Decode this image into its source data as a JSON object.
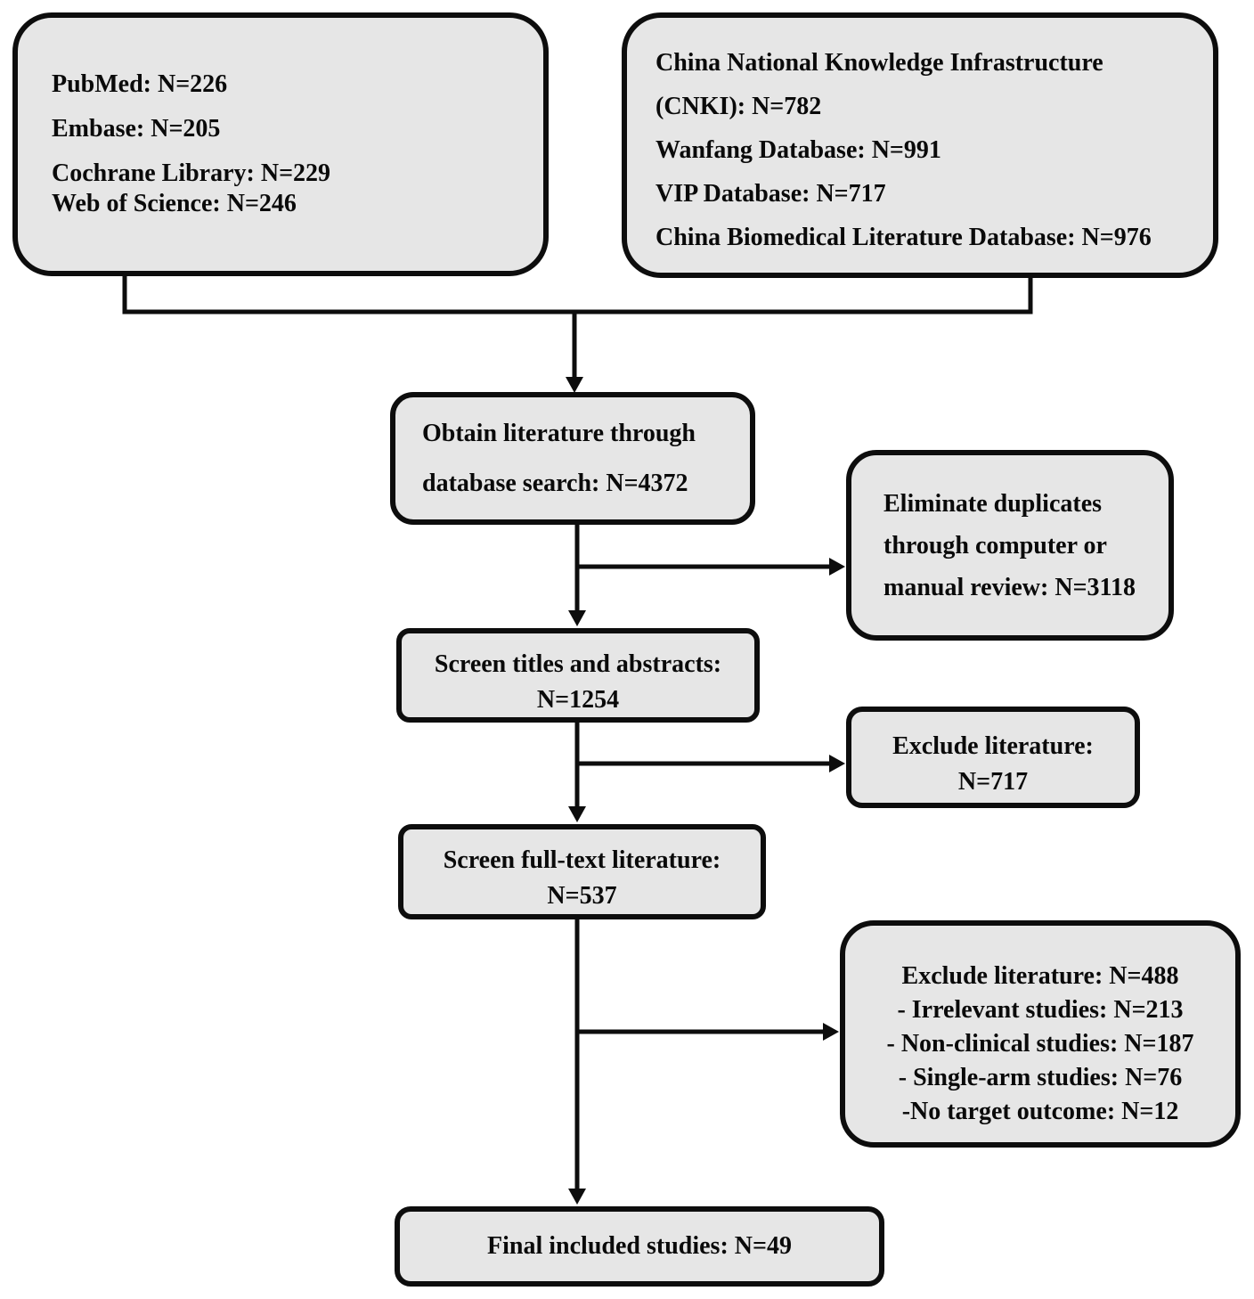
{
  "colors": {
    "box_fill": "#e6e6e6",
    "box_border": "#0d0d0d",
    "connector": "#0d0d0d",
    "background": "#ffffff"
  },
  "diagram": {
    "boxes": {
      "sources_english": {
        "lines": [
          "PubMed: N=226",
          "Embase: N=205",
          "Cochrane Library: N=229",
          "Web of Science: N=246"
        ]
      },
      "sources_chinese": {
        "lines": [
          "China National Knowledge Infrastructure",
          "(CNKI): N=782",
          "Wanfang Database: N=991",
          "VIP Database: N=717",
          "China Biomedical Literature Database: N=976"
        ]
      },
      "obtain": {
        "lines": [
          "Obtain literature through",
          "database search: N=4372"
        ]
      },
      "eliminate_duplicates": {
        "lines": [
          "Eliminate duplicates",
          "through computer or",
          "manual review: N=3118"
        ]
      },
      "screen_titles": {
        "lines": [
          "Screen titles and abstracts:",
          "N=1254"
        ]
      },
      "exclude_titles": {
        "lines": [
          "Exclude literature:",
          "N=717"
        ]
      },
      "screen_fulltext": {
        "lines": [
          "Screen full-text literature:",
          "N=537"
        ]
      },
      "exclude_fulltext": {
        "lines": [
          "Exclude literature: N=488",
          "- Irrelevant studies: N=213",
          "- Non-clinical studies: N=187",
          "- Single-arm studies: N=76",
          "-No target outcome: N=12"
        ]
      },
      "final_included": {
        "lines": [
          "Final included studies: N=49"
        ]
      }
    }
  }
}
